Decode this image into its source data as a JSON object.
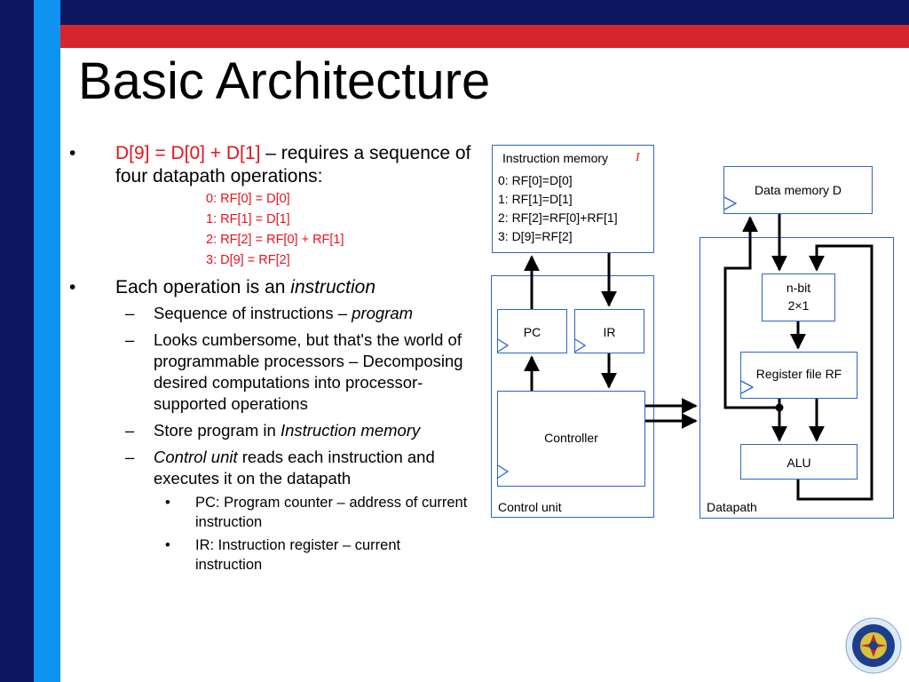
{
  "title": "Basic Architecture",
  "bullets": {
    "first_red": "D[9] = D[0] + D[1]",
    "first_rest": " – requires a sequence of four datapath operations:",
    "ops": [
      "0: RF[0] = D[0]",
      "1: RF[1] = D[1]",
      "2: RF[2] = RF[0] + RF[1]",
      "3: D[9] = RF[2]"
    ],
    "second_pre": "Each operation is an ",
    "second_em": "instruction",
    "sub1_pre": "Sequence of instructions – ",
    "sub1_em": "program",
    "sub2": "Looks cumbersome, but that's the world of programmable processors – Decomposing desired computations into processor-supported operations",
    "sub3_pre": "Store program in ",
    "sub3_em": "Instruction memory",
    "sub4_em": "Control unit",
    "sub4_rest": " reads each instruction and executes it on the datapath",
    "subsub1": "PC: Program counter – address of current instruction",
    "subsub2": "IR: Instruction register – current instruction",
    "bullet_mark": "•",
    "dash_mark": "–"
  },
  "diagram": {
    "imem_title": "Instruction memory",
    "imem_symbol": "I",
    "imem_lines": [
      "0: RF[0]=D[0]",
      "1: RF[1]=D[1]",
      "2: RF[2]=RF[0]+RF[1]",
      "3: D[9]=RF[2]"
    ],
    "dmem": "Data memory D",
    "pc": "PC",
    "ir": "IR",
    "controller": "Controller",
    "control_unit": "Control unit",
    "mux_line1": "n-bit",
    "mux_line2": "2×1",
    "rf": "Register file RF",
    "alu": "ALU",
    "datapath": "Datapath"
  },
  "colors": {
    "navy": "#0d1660",
    "red": "#d8252c",
    "blue": "#0f93f0",
    "box_border": "#2a66c8",
    "highlight": "#e8121a"
  },
  "icons": [
    "clock-triangle-icon",
    "arrow-icon",
    "university-seal-icon"
  ]
}
